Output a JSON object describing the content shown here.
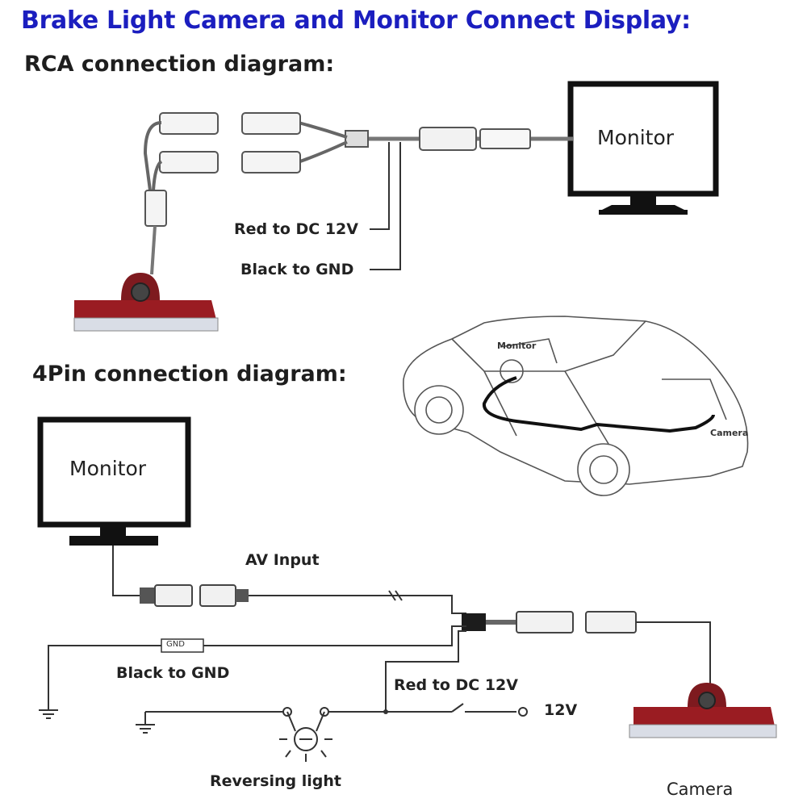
{
  "title": "Brake Light Camera and Monitor Connect Display:",
  "rca": {
    "heading": "RCA  connection diagram:",
    "monitor_label": "Monitor",
    "red_label": "Red to DC 12V",
    "black_label": "Black to GND"
  },
  "car": {
    "monitor_label": "Monitor",
    "camera_label": "Camera"
  },
  "pin4": {
    "heading": "4Pin connection diagram:",
    "monitor_label": "Monitor",
    "av_input_label": "AV Input",
    "gnd_tag": "GND",
    "black_label": "Black to GND",
    "red_label": "Red to DC 12V",
    "v12_label": "12V",
    "reversing_label": "Reversing light",
    "camera_label": "Camera"
  },
  "colors": {
    "title": "#1b1ebf",
    "camera_red": "#9a1c22",
    "line": "#222222"
  }
}
